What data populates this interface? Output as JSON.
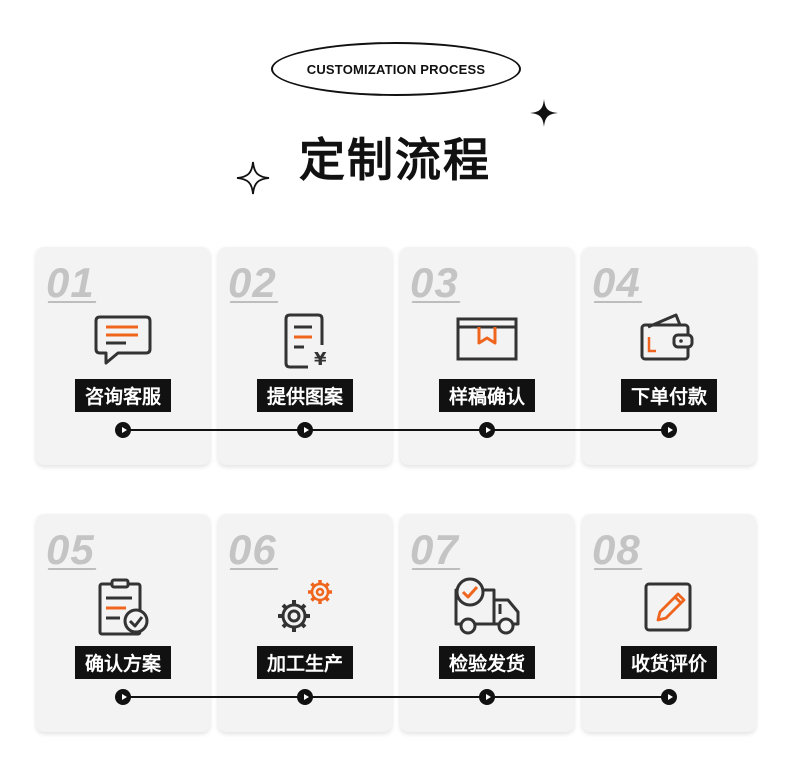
{
  "header": {
    "subtitle": "CUSTOMIZATION PROCESS",
    "title": "定制流程"
  },
  "colors": {
    "accent": "#f0651e",
    "icon_stroke": "#333333",
    "number": "#c4c4c4",
    "label_bg": "#111111"
  },
  "steps": [
    {
      "num": "01",
      "label": "咨询客服",
      "icon": "chat-icon"
    },
    {
      "num": "02",
      "label": "提供图案",
      "icon": "document-price-icon"
    },
    {
      "num": "03",
      "label": "样稿确认",
      "icon": "box-icon"
    },
    {
      "num": "04",
      "label": "下单付款",
      "icon": "wallet-icon"
    },
    {
      "num": "05",
      "label": "确认方案",
      "icon": "clipboard-check-icon"
    },
    {
      "num": "06",
      "label": "加工生产",
      "icon": "gears-icon"
    },
    {
      "num": "07",
      "label": "检验发货",
      "icon": "delivery-truck-icon"
    },
    {
      "num": "08",
      "label": "收货评价",
      "icon": "edit-review-icon"
    }
  ]
}
